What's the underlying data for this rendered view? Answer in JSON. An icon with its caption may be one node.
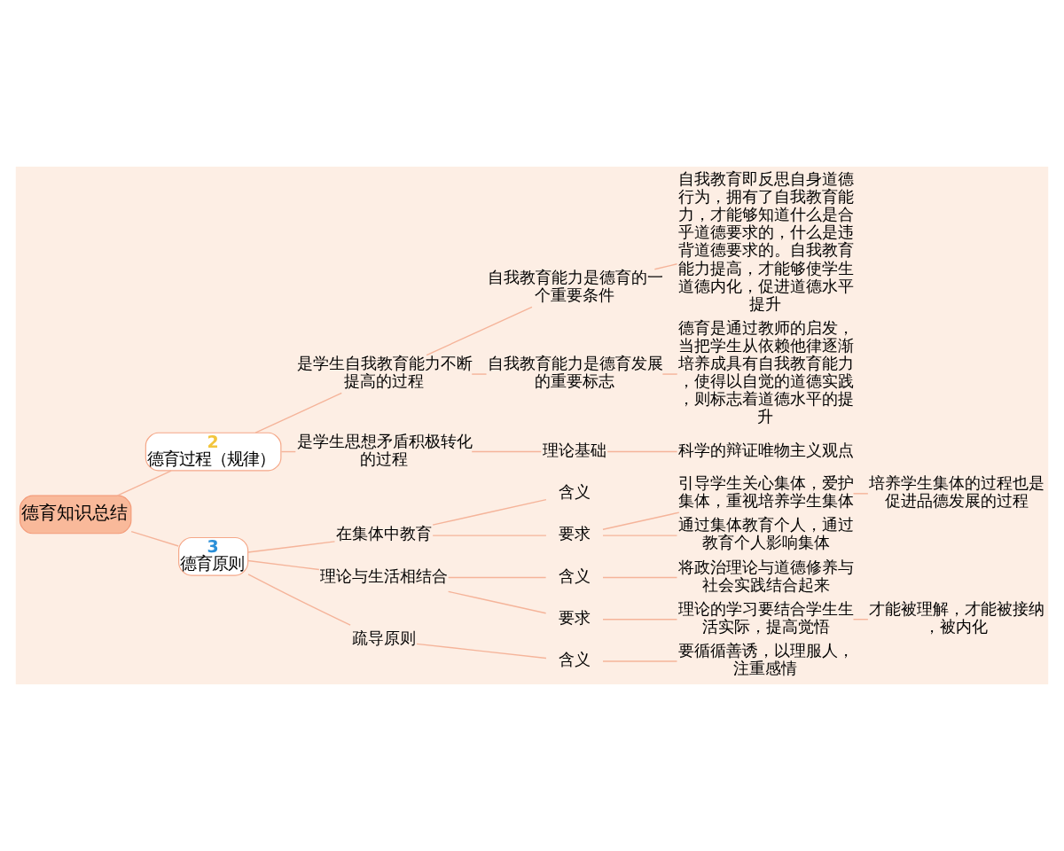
{
  "diagram": {
    "nodes": [
      {
        "text": [
          "德育知识总结"
        ]
      },
      {
        "text": [
          "2",
          "德育过程（规律）"
        ]
      },
      {
        "text": [
          "是学生自我教育能力不断提高的过程"
        ]
      },
      {
        "text": [
          "自我教育能力是德育的一个重要条件"
        ]
      },
      {
        "text": [
          "自我教育即反思自身道德行为，拥有了自我教育能力，才能够知道什么是合乎道德要求的，什么是违背道德要求的。自我教育能力提高，才能够使学生道德内化，促进道德水平提升"
        ]
      },
      {
        "text": [
          "自我教育能力是德育发展的重要标志"
        ]
      },
      {
        "text": [
          "德育是通过教师的启发，当把学生从依赖他律逐渐培养成具有自我教育能力，使得以自觉的道德实践，则标志着道德水平的提升"
        ]
      },
      {
        "text": [
          "是学生思想矛盾积极转化的过程"
        ]
      },
      {
        "text": [
          "理论基础"
        ]
      },
      {
        "text": [
          "科学的辩证唯物主义观点"
        ]
      },
      {
        "text": [
          "3",
          "德育原则"
        ]
      },
      {
        "text": [
          "在集体中教育"
        ]
      },
      {
        "text": [
          "含义"
        ]
      },
      {
        "text": [
          "要求"
        ]
      },
      {
        "text": [
          "引导学生关心集体，爱护集体，重视培养学生集体"
        ]
      },
      {
        "text": [
          "培养学生集体的过程也是促进品德发展的过程"
        ]
      },
      {
        "text": [
          "通过集体教育个人，通过教育个人影响集体"
        ]
      },
      {
        "text": [
          "理论与生活相结合"
        ]
      },
      {
        "text": [
          "含义"
        ]
      },
      {
        "text": [
          "将政治理论与道德修养与社会实践结合起来"
        ]
      },
      {
        "text": [
          "要求"
        ]
      },
      {
        "text": [
          "理论的学习要结合学生生活实际，提高觉悟"
        ]
      },
      {
        "text": [
          "才能被理解，才能被接纳，被内化"
        ]
      },
      {
        "text": [
          "疏导原则"
        ]
      },
      {
        "text": [
          "含义"
        ]
      },
      {
        "text": [
          "要循循善诱，以理服人，注重感情"
        ]
      }
    ],
    "edges": [
      {
        "from": 0,
        "to": 1,
        "arrow": "none"
      },
      {
        "from": 1,
        "to": 2,
        "arrow": "none"
      },
      {
        "from": 2,
        "to": 3,
        "arrow": "none"
      },
      {
        "from": 3,
        "to": 4,
        "arrow": "none"
      },
      {
        "from": 2,
        "to": 5,
        "arrow": "none"
      },
      {
        "from": 5,
        "to": 6,
        "arrow": "none"
      },
      {
        "from": 1,
        "to": 7,
        "arrow": "none"
      },
      {
        "from": 7,
        "to": 8,
        "arrow": "none"
      },
      {
        "from": 8,
        "to": 9,
        "arrow": "none"
      },
      {
        "from": 0,
        "to": 10,
        "arrow": "none"
      },
      {
        "from": 10,
        "to": 11,
        "arrow": "none"
      },
      {
        "from": 11,
        "to": 12,
        "arrow": "none"
      },
      {
        "from": 11,
        "to": 13,
        "arrow": "none"
      },
      {
        "from": 13,
        "to": 14,
        "arrow": "none"
      },
      {
        "from": 14,
        "to": 15,
        "arrow": "none"
      },
      {
        "from": 13,
        "to": 16,
        "arrow": "none"
      },
      {
        "from": 10,
        "to": 17,
        "arrow": "none"
      },
      {
        "from": 17,
        "to": 18,
        "arrow": "none"
      },
      {
        "from": 18,
        "to": 19,
        "arrow": "none"
      },
      {
        "from": 17,
        "to": 20,
        "arrow": "none"
      },
      {
        "from": 20,
        "to": 21,
        "arrow": "none"
      },
      {
        "from": 21,
        "to": 22,
        "arrow": "none"
      },
      {
        "from": 10,
        "to": 23,
        "arrow": "none"
      },
      {
        "from": 23,
        "to": 24,
        "arrow": "none"
      },
      {
        "from": 24,
        "to": 25,
        "arrow": "none"
      }
    ]
  }
}
